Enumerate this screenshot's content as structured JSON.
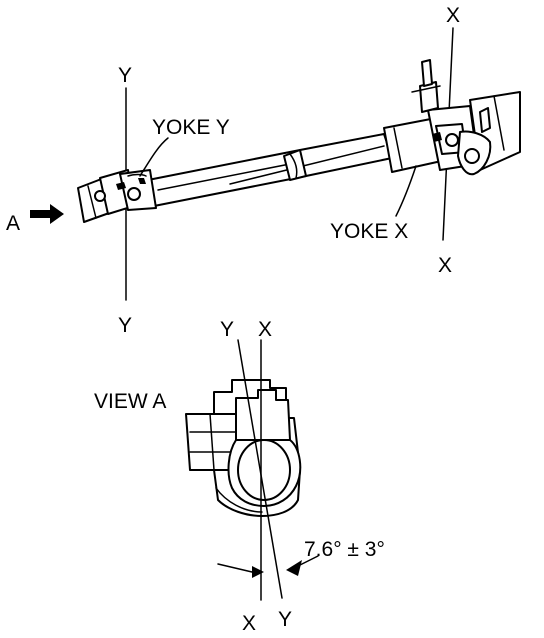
{
  "labels": {
    "yoke_y": "YOKE Y",
    "yoke_x": "YOKE X",
    "arrow_a": "A",
    "view_a": "VIEW A",
    "axis_x_top": "X",
    "axis_x_mid": "X",
    "axis_y_top": "Y",
    "axis_y_mid": "Y",
    "view_axis_y_top": "Y",
    "view_axis_x_top": "X",
    "view_axis_x_bottom": "X",
    "view_axis_y_bottom": "Y",
    "angle": "7.6° ± 3°"
  },
  "colors": {
    "line": "#000000",
    "background": "#ffffff"
  }
}
